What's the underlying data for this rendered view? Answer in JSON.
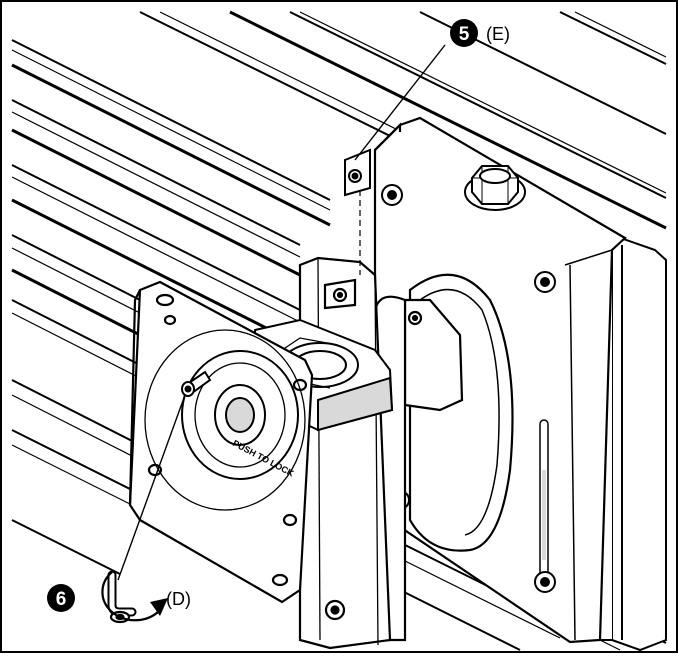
{
  "callouts": [
    {
      "number": "5",
      "label": "(E)"
    },
    {
      "number": "6",
      "label": "(D)"
    }
  ],
  "engraving": "PUSH TO LOCK",
  "colors": {
    "line": "#000000",
    "fill": "#ffffff",
    "shade": "#d9d9d9",
    "dark_shade": "#7a7a7a",
    "badge": "#000000",
    "badge_text": "#ffffff"
  },
  "icons": {
    "rotate": "rotate-clockwise-icon",
    "allen_key": "allen-key-icon"
  }
}
